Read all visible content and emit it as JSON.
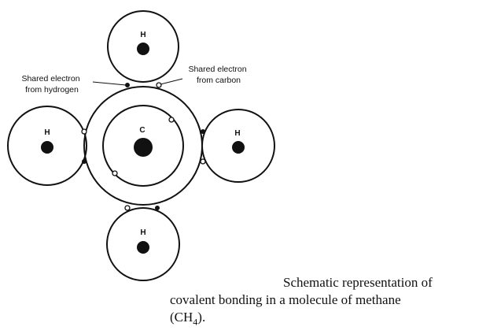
{
  "labels": {
    "shared_h_line1": "Shared electron",
    "shared_h_line2": "from hydrogen",
    "shared_c_line1": "Shared electron",
    "shared_c_line2": "from carbon"
  },
  "atoms": {
    "top_h": "H",
    "left_h": "H",
    "right_h": "H",
    "bottom_h": "H",
    "center_c": "C"
  },
  "caption": {
    "line1": "Schematic representation of",
    "line2": "covalent bonding in a molecule of methane",
    "line3_prefix": "(CH",
    "line3_sub": "4",
    "line3_suffix": ")."
  }
}
